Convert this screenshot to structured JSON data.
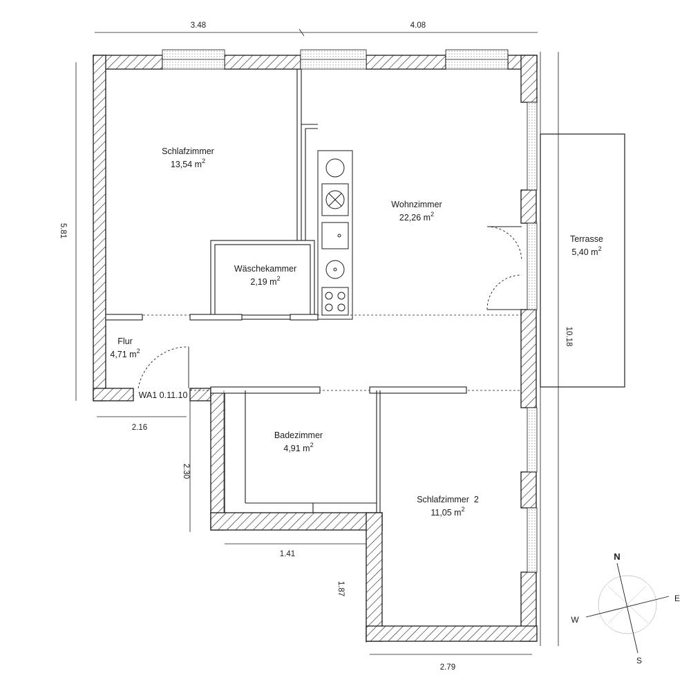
{
  "rooms": {
    "schlafzimmer": {
      "name": "Schlafzimmer",
      "area": "13,54 m",
      "sup": "2"
    },
    "wohnzimmer": {
      "name": "Wohnzimmer",
      "area": "22,26 m",
      "sup": "2"
    },
    "waeschekammer": {
      "name": "Wäschekammer",
      "area": "2,19 m",
      "sup": "2"
    },
    "terrasse": {
      "name": "Terrasse",
      "area": "5,40 m",
      "sup": "2"
    },
    "flur": {
      "name": "Flur",
      "area": "4,71 m",
      "sup": "2"
    },
    "badezimmer": {
      "name": "Badezimmer",
      "area": "4,91 m",
      "sup": "2"
    },
    "schlafzimmer2": {
      "name": "Schlafzimmer  2",
      "area": "11,05 m",
      "sup": "2"
    }
  },
  "unit_label": "WA1 0.11.10",
  "dimensions": {
    "top_left": "3.48",
    "top_right": "4.08",
    "left": "5.81",
    "terrace": "10.18",
    "entry_width": "2.16",
    "bath_height": "2.30",
    "bath_width": "1.41",
    "step_height": "1.87",
    "bottom": "2.79"
  },
  "compass": {
    "n": "N",
    "e": "E",
    "s": "S",
    "w": "W"
  },
  "colors": {
    "line": "#1a1a1a",
    "hatch": "#1a1a1a",
    "background": "#ffffff"
  }
}
